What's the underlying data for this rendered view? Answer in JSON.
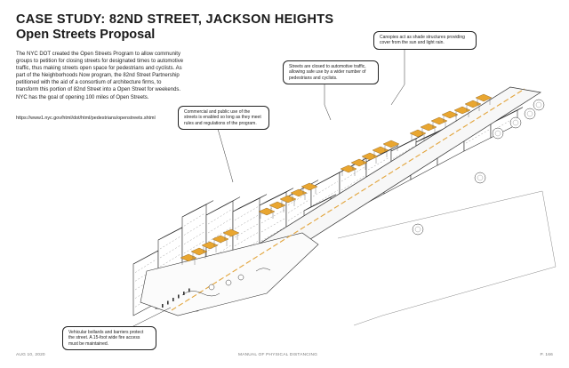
{
  "header": {
    "title": "CASE STUDY: 82ND STREET, JACKSON HEIGHTS",
    "subtitle": "Open Streets Proposal"
  },
  "intro": {
    "text": "The NYC DOT created the Open Streets Program to allow community groups to petition for closing streets for designated times to automotive traffic, thus making streets open space for pedestrians and cyclists.  As part of the Neighborhoods Now program, the 82nd Street Partnership petitioned with the aid of a consortium of architecture firms, to transform this portion of 82nd Street into a Open Street for weekends.  NYC has the goal of opening 100 miles of Open Streets.",
    "source_url": "https://www1.nyc.gov/html/dot/html/pedestrians/openstreets.shtml"
  },
  "callouts": {
    "canopies": "Canopies act as shade structures providing cover from the sun and light rain.",
    "streets_closed": "Streets are closed to automotive traffic, allowing safe use by a wider number of pedestrians and cyclists.",
    "commercial_use": "Commercial and public use of the streets is enabled so long as they meet rules and regulations of the program.",
    "bollards": "Vehicular bollards and barriers protect the street.  A 15-foot wide fire access must be maintained."
  },
  "footer": {
    "date": "AUG 10, 2020",
    "manual": "MANUAL OF PHYSICAL DISTANCING",
    "page": "P. 166"
  },
  "colors": {
    "canopy": "#e9a630",
    "fire_lane": "#e2a43b",
    "ink": "#1a1a1a"
  }
}
